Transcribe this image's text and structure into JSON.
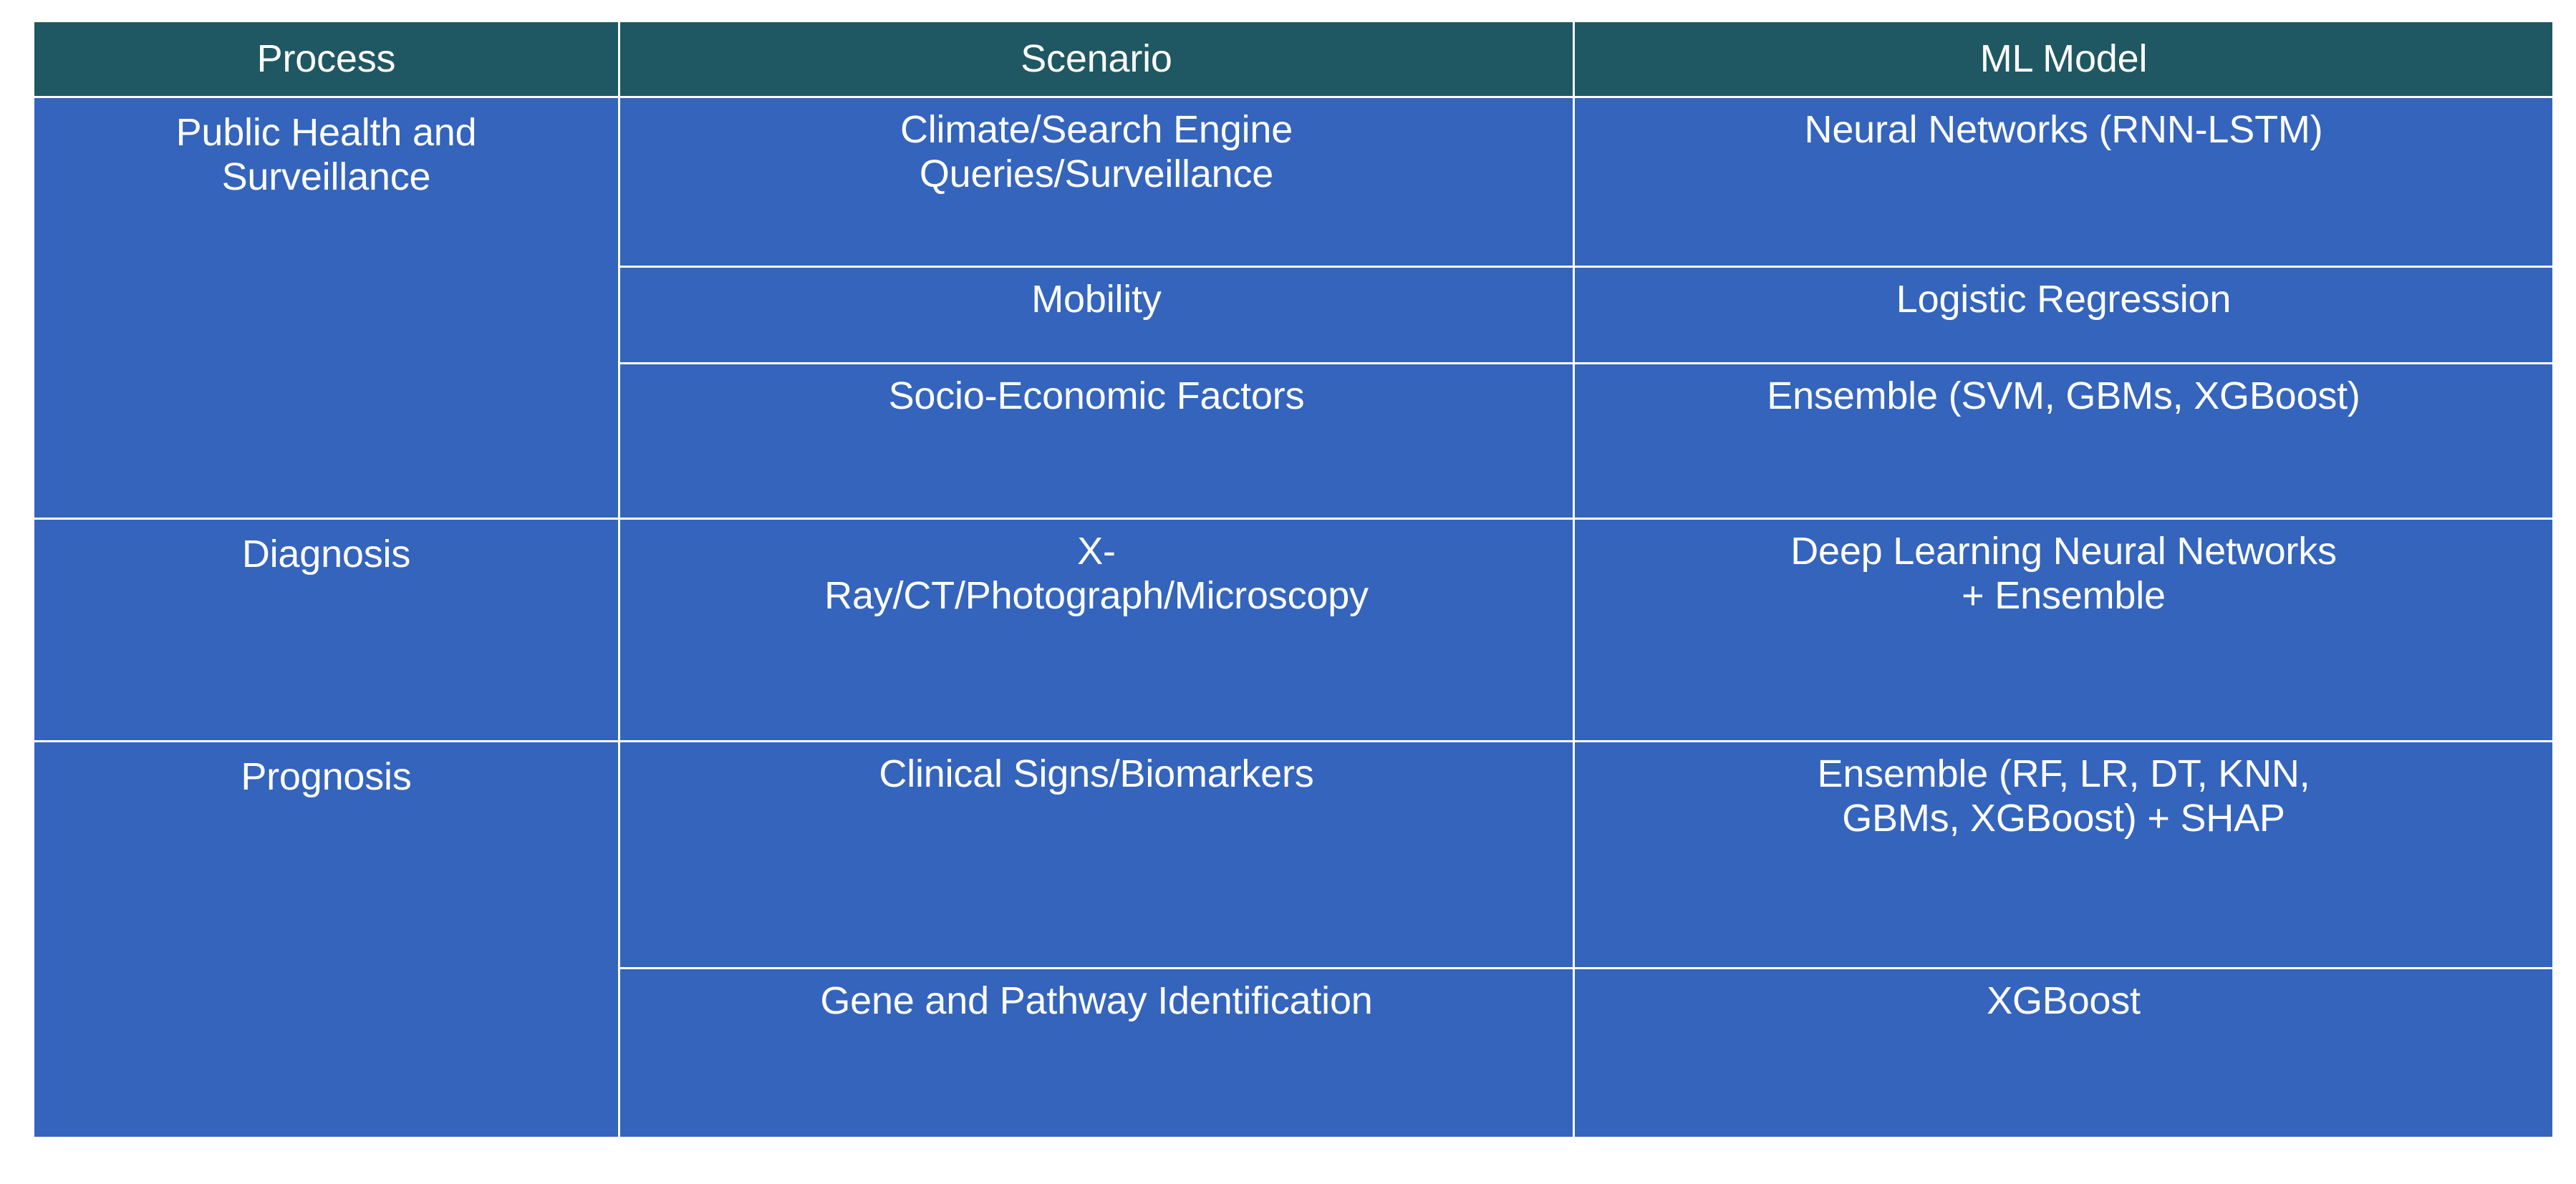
{
  "table": {
    "headers": [
      {
        "key": "process",
        "label": "Process"
      },
      {
        "key": "scenario",
        "label": "Scenario"
      },
      {
        "key": "model",
        "label": "ML Model"
      }
    ],
    "colors": {
      "header_background": "#1F5862",
      "cell_background": "#3464BC",
      "text": "#FFFFFF",
      "page_background": "#FFFFFF"
    },
    "groups": [
      {
        "process": "Public Health and\nSurveillance",
        "rows": [
          {
            "scenario": "Climate/Search Engine\nQueries/Surveillance",
            "model": "Neural Networks (RNN-LSTM)"
          },
          {
            "scenario": "Mobility",
            "model": "Logistic Regression"
          },
          {
            "scenario": "Socio-Economic Factors",
            "model": "Ensemble (SVM, GBMs, XGBoost)"
          }
        ]
      },
      {
        "process": "Diagnosis",
        "rows": [
          {
            "scenario": "X-\nRay/CT/Photograph/Microscopy",
            "model": "Deep Learning Neural Networks\n+ Ensemble"
          }
        ]
      },
      {
        "process": "Prognosis",
        "rows": [
          {
            "scenario": "Clinical Signs/Biomarkers",
            "model": "Ensemble (RF, LR, DT, KNN,\nGBMs, XGBoost) + SHAP"
          },
          {
            "scenario": "Gene and Pathway Identification",
            "model": "XGBoost"
          }
        ]
      }
    ]
  }
}
